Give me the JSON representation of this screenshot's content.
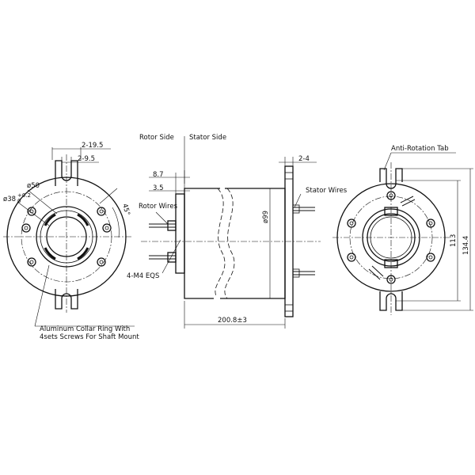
{
  "labels": {
    "rotor_side": "Rotor Side",
    "stator_side": "Stator Side",
    "dim_2_19_5": "2-19.5",
    "dim_2_9_5": "2-9.5",
    "dim_50": "ø50",
    "dim_38_base": "ø38",
    "dim_38_tol_top": "+0.2",
    "dim_38_tol_bot": "0",
    "dim_45": "45°",
    "aluminum_collar_line1": "Aluminum Collar Ring With",
    "aluminum_collar_line2": "4sets Screws For Shaft Mount",
    "dim_8_7": "8.7",
    "dim_3_5": "3.5",
    "rotor_wires": "Rotor Wires",
    "dim_99": "ø99",
    "m4_eqs": "4-M4 EQS",
    "dim_200_8": "200.8±3",
    "dim_2_4": "2-4",
    "stator_wires": "Stator Wires",
    "anti_rotation_tab": "Anti-Rotation Tab",
    "dim_113": "113",
    "dim_134_4": "134.4"
  },
  "colors": {
    "line": "#111111",
    "background": "#ffffff"
  }
}
